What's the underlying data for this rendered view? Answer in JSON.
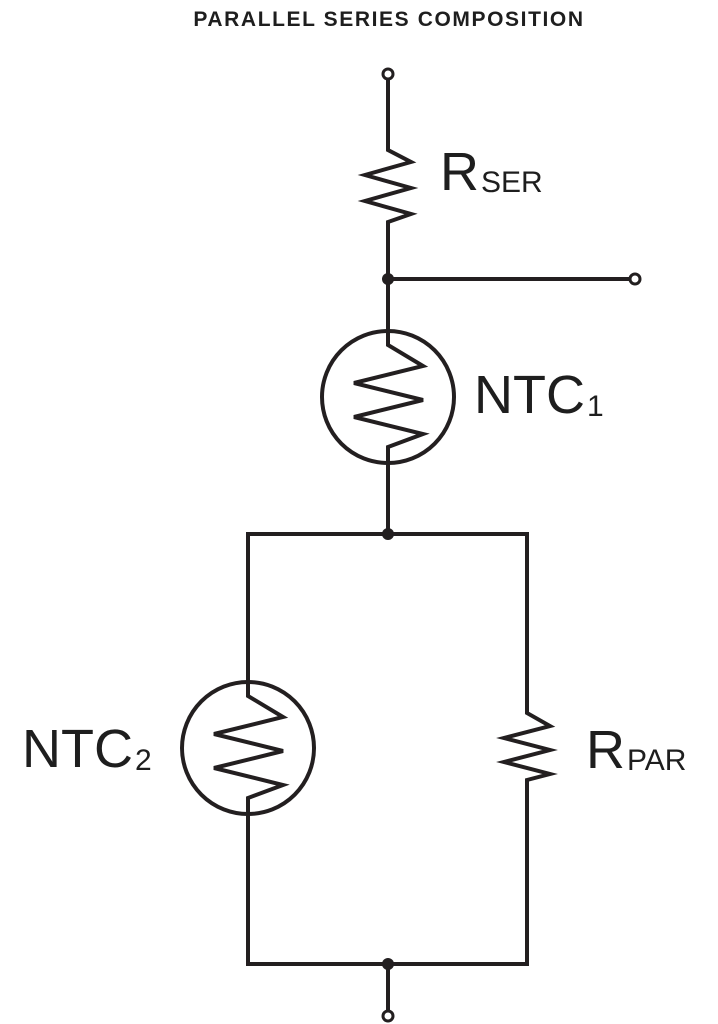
{
  "title": "PARALLEL SERIES COMPOSITION",
  "components": {
    "r_ser": {
      "main": "R",
      "sub": "SER"
    },
    "ntc1": {
      "main": "NTC",
      "sub": "1"
    },
    "ntc2": {
      "main": "NTC",
      "sub": "2"
    },
    "r_par": {
      "main": "R",
      "sub": "PAR"
    }
  }
}
